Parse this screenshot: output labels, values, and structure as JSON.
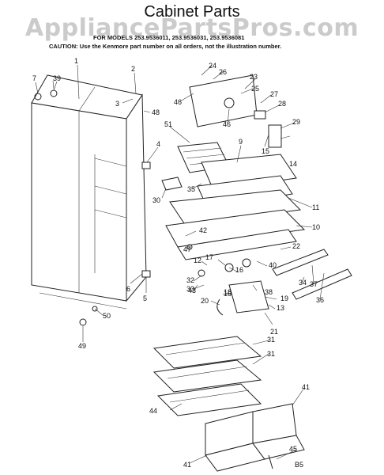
{
  "title": "Cabinet Parts",
  "watermark": "AppliancePartsPros.com",
  "models_line": "FOR MODELS 253.9536011, 253.9536031, 253.9536081",
  "caution_line": "CAUTION: Use the Kenmore part number on all orders, not the illustration number.",
  "diagram_code": "B5",
  "callouts": [
    "1",
    "2",
    "3",
    "4",
    "5",
    "6",
    "7",
    "9",
    "10",
    "11",
    "12",
    "13",
    "14",
    "15",
    "16",
    "16",
    "17",
    "18",
    "19",
    "20",
    "21",
    "22",
    "23",
    "24",
    "25",
    "26",
    "27",
    "28",
    "29",
    "30",
    "31",
    "31",
    "32",
    "33",
    "34",
    "35",
    "36",
    "37",
    "38",
    "39",
    "40",
    "41",
    "41",
    "42",
    "43",
    "44",
    "45",
    "46",
    "46",
    "47",
    "48",
    "49",
    "50",
    "51"
  ]
}
